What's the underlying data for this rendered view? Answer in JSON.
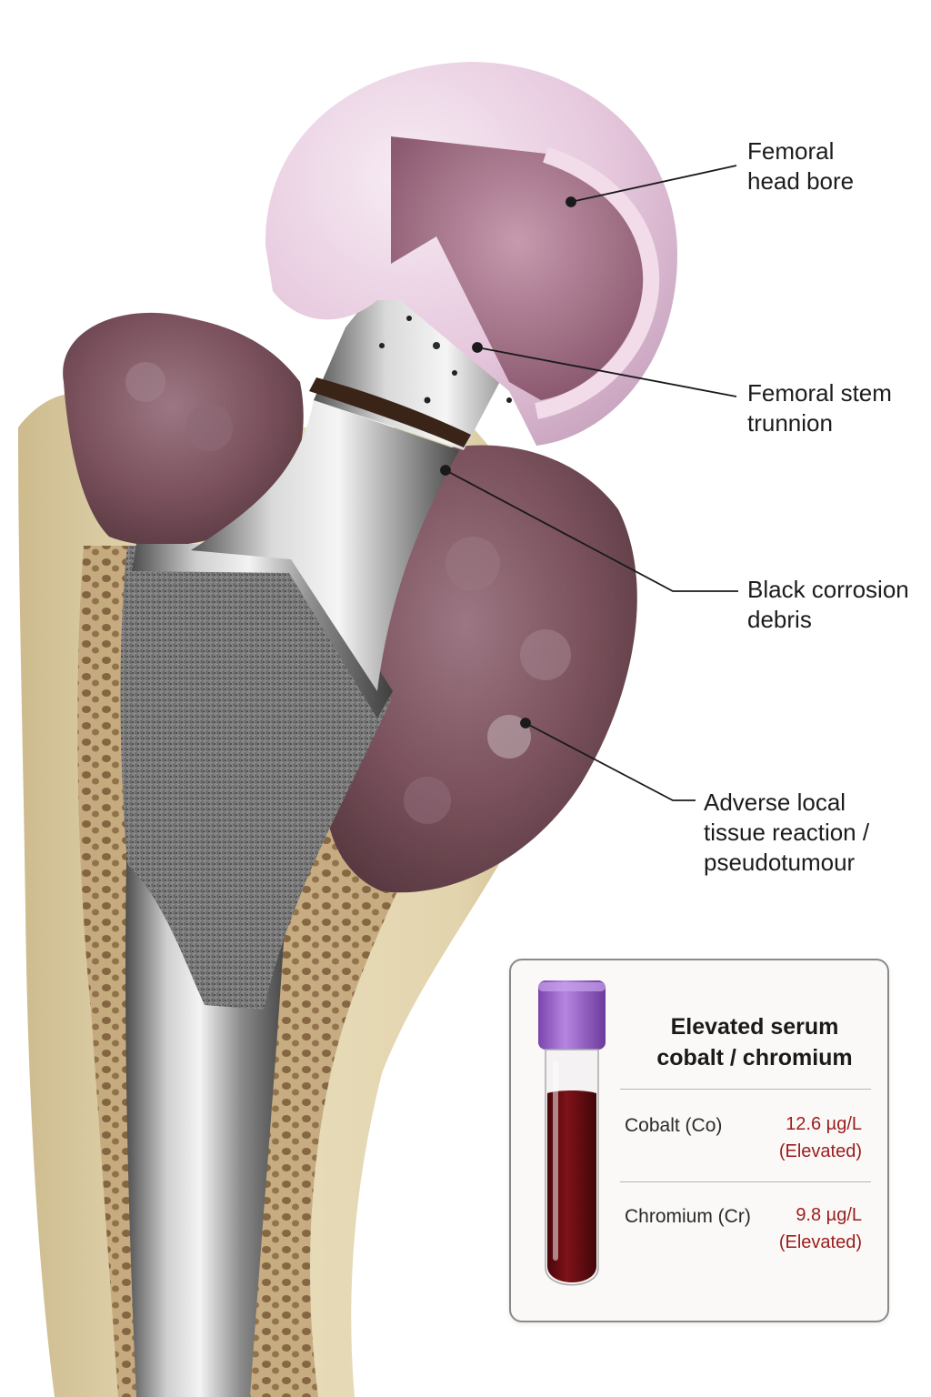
{
  "labels": {
    "head_bore": [
      "Femoral",
      "head bore"
    ],
    "trunnion": [
      "Femoral stem",
      "trunnion"
    ],
    "corrosion": [
      "Black corrosion",
      "debris"
    ],
    "pseudotumour": [
      "Adverse local",
      "tissue reaction /",
      "pseudotumour"
    ]
  },
  "lab_card": {
    "title": [
      "Elevated serum",
      "cobalt / chromium"
    ],
    "rows": [
      {
        "name": "Cobalt (Co)",
        "value": "12.6 µg/L",
        "status": "(Elevated)"
      },
      {
        "name": "Chromium (Cr)",
        "value": "9.8 µg/L",
        "status": "(Elevated)"
      }
    ]
  },
  "colors": {
    "bone": "#e3d6b2",
    "ceramic_head": "#e7c9de",
    "metal_stem": "#9c9c9c",
    "tissue": "#7d5560",
    "elevated_value": "#9b1c1c",
    "tube_cap": "#9a62c8",
    "blood": "#6a0d12"
  },
  "icons": {
    "tube": "blood-sample-tube-icon"
  }
}
